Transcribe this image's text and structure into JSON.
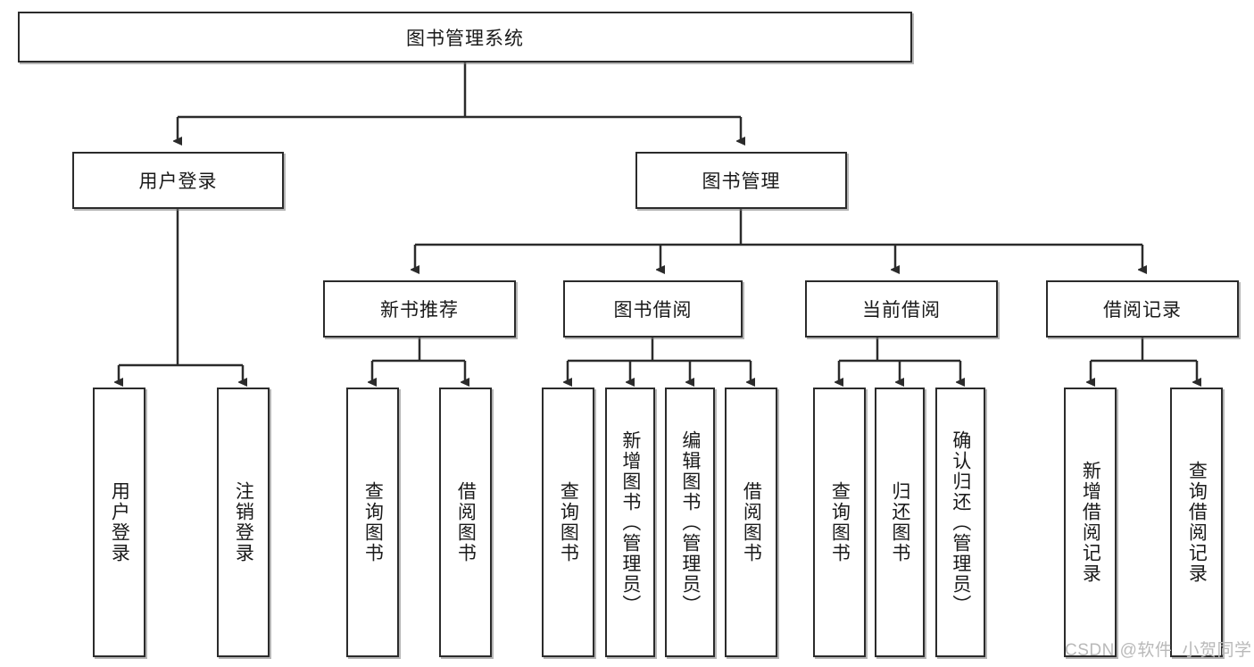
{
  "diagram": {
    "type": "tree",
    "title": "图书管理系统",
    "orientation": "top-down",
    "colors": {
      "box_border": "#2b2b2b",
      "box_fill": "#ffffff",
      "edge": "#2b2b2b",
      "watermark": "#b9b9b9"
    },
    "levels": {
      "root": {
        "label": "图书管理系统"
      },
      "level2": [
        {
          "label": "用户登录"
        },
        {
          "label": "图书管理"
        }
      ],
      "level3": [
        {
          "label": "新书推荐"
        },
        {
          "label": "图书借阅"
        },
        {
          "label": "当前借阅"
        },
        {
          "label": "借阅记录"
        }
      ],
      "leaves": [
        {
          "label": "用户登录",
          "parent": "用户登录"
        },
        {
          "label": "注销登录",
          "parent": "用户登录"
        },
        {
          "label": "查询图书",
          "parent": "新书推荐"
        },
        {
          "label": "借阅图书",
          "parent": "新书推荐"
        },
        {
          "label": "查询图书",
          "parent": "图书借阅"
        },
        {
          "label": "新增图书（管理员）",
          "parent": "图书借阅"
        },
        {
          "label": "编辑图书（管理员）",
          "parent": "图书借阅"
        },
        {
          "label": "借阅图书",
          "parent": "图书借阅"
        },
        {
          "label": "查询图书",
          "parent": "当前借阅"
        },
        {
          "label": "归还图书",
          "parent": "当前借阅"
        },
        {
          "label": "确认归还（管理员）",
          "parent": "当前借阅"
        },
        {
          "label": "新增借阅记录",
          "parent": "借阅记录"
        },
        {
          "label": "查询借阅记录",
          "parent": "借阅记录"
        }
      ]
    }
  },
  "watermark": {
    "text": "CSDN @软件_小贺同学"
  }
}
